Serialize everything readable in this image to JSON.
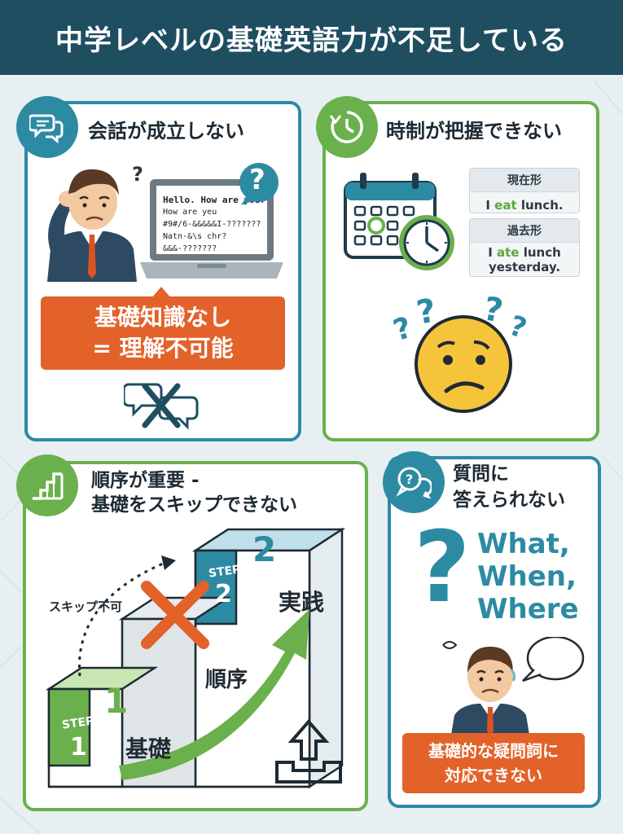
{
  "header": {
    "title": "中学レベルの基礎英語力が不足している"
  },
  "panel1": {
    "title": "会話が成立しない",
    "icon": "chat-bubbles-icon",
    "screen_lines": [
      "Hello. How are you?",
      "How are yeu",
      "#9#/6-&&&&&I-???????",
      "Natn-&\\s chr?",
      "&&&-???????"
    ],
    "question_mark": "?",
    "verdict_line1": "基礎知識なし",
    "verdict_line2": "= 理解不可能"
  },
  "panel2": {
    "title": "時制が把握できない",
    "icon": "clock-icon",
    "present": {
      "label": "現在形",
      "pre": "I ",
      "verb": "eat",
      "post": " lunch."
    },
    "past": {
      "label": "過去形",
      "pre": "I ",
      "verb": "ate",
      "post": " lunch",
      "line2": "yesterday."
    },
    "question_marks": "?"
  },
  "panel3": {
    "title_line1": "順序が重要 -",
    "title_line2": "基礎をスキップできない",
    "icon": "stairs-icon",
    "step1_label": "STEP",
    "step1_num": "1",
    "step1_big": "1",
    "step2_label": "STEP",
    "step2_num": "2",
    "step2_big": "2",
    "label_base": "基礎",
    "label_order": "順序",
    "label_practice": "実践",
    "label_skip": "スキップ不可"
  },
  "panel4": {
    "title_line1": "質問に",
    "title_line2": "答えられない",
    "icon": "question-bubbles-icon",
    "big_question": "?",
    "words": [
      "What,",
      "When,",
      "Where"
    ],
    "verdict_line1": "基礎的な疑問詞に",
    "verdict_line2": "対応できない"
  },
  "colors": {
    "header": "#1f4e61",
    "teal": "#2d8aa3",
    "green": "#6ab04c",
    "orange": "#e2622a"
  }
}
